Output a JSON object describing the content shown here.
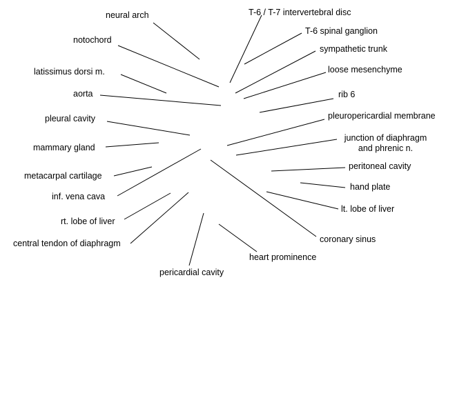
{
  "labels": {
    "neural_arch": "neural arch",
    "notochord": "notochord",
    "latissimus": "latissimus dorsi m.",
    "aorta": "aorta",
    "pleural_cavity": "pleural cavity",
    "mammary_gland": "mammary gland",
    "metacarpal": "metacarpal cartilage",
    "ivc": "inf. vena cava",
    "rt_liver": "rt. lobe of liver",
    "central_tendon": "central tendon of diaphragm",
    "pericardial_cavity": "pericardial cavity",
    "heart_prominence": "heart prominence",
    "coronary_sinus": "coronary sinus",
    "lt_liver": "lt. lobe of liver",
    "hand_plate": "hand plate",
    "peritoneal_cavity": "peritoneal cavity",
    "junction_1": "junction of diaphragm",
    "junction_2": "and phrenic n.",
    "pleuropericardial": "pleuropericardial membrane",
    "rib6": "rib 6",
    "loose_mesenchyme": "loose mesenchyme",
    "sympathetic_trunk": "sympathetic trunk",
    "spinal_ganglion": "T-6 spinal ganglion",
    "iv_disc": "T-6 / T-7 intervertebral disc"
  }
}
